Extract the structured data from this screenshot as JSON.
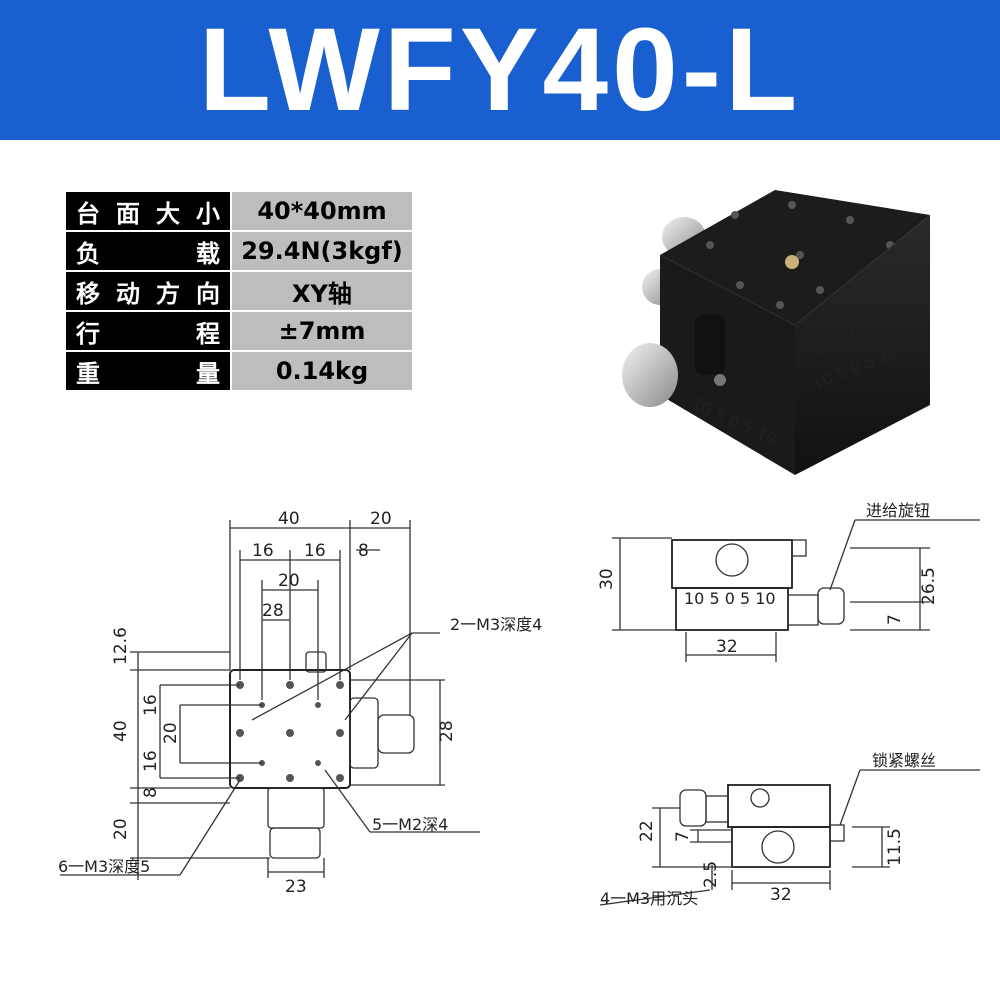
{
  "title": "LWFY40-L",
  "specs": [
    {
      "label": "台面大小",
      "value": "40*40mm"
    },
    {
      "label": "负　载",
      "value": "29.4N(3kgf)"
    },
    {
      "label": "移动方向",
      "value": "XY轴"
    },
    {
      "label": "行　程",
      "value": "±7mm"
    },
    {
      "label": "重　量",
      "value": "0.14kg"
    }
  ],
  "photo": {
    "scale_top": "10 5 0 5 10",
    "scale_front": "10 5 0 5 10",
    "scale_side": "10 5 0 5 10"
  },
  "top_view": {
    "dims": {
      "d40_top": "40",
      "d20_right": "20",
      "d16a": "16",
      "d16b": "16",
      "d8_top": "8",
      "d20_inner": "20",
      "d28_inner": "28",
      "d12_6": "12.6",
      "d40_left": "40",
      "d16_left_a": "16",
      "d20_left": "20",
      "d16_left_b": "16",
      "d8_left": "8",
      "d20_left_bottom": "20",
      "d23_bottom": "23",
      "d28_right": "28"
    },
    "notes": {
      "m3_depth4": "2一M3深度4",
      "m2_depth4": "5一M2深4",
      "m3_depth5": "6一M3深度5"
    }
  },
  "front_view": {
    "label_knob": "进给旋钮",
    "dims": {
      "d30": "30",
      "d26_5": "26.5",
      "d7": "7",
      "d32": "32"
    },
    "scale": "10 5 0 5 10"
  },
  "side_view": {
    "label_lock": "锁紧螺丝",
    "dims": {
      "d22": "22",
      "d7": "7",
      "d11_5": "11.5",
      "d2_5": "2.5",
      "d32": "32"
    },
    "note_counterbore": "4一M3用沉头"
  },
  "colors": {
    "banner": "#1a5fd0",
    "label_bg": "#000000",
    "value_bg": "#bdbdbd"
  }
}
